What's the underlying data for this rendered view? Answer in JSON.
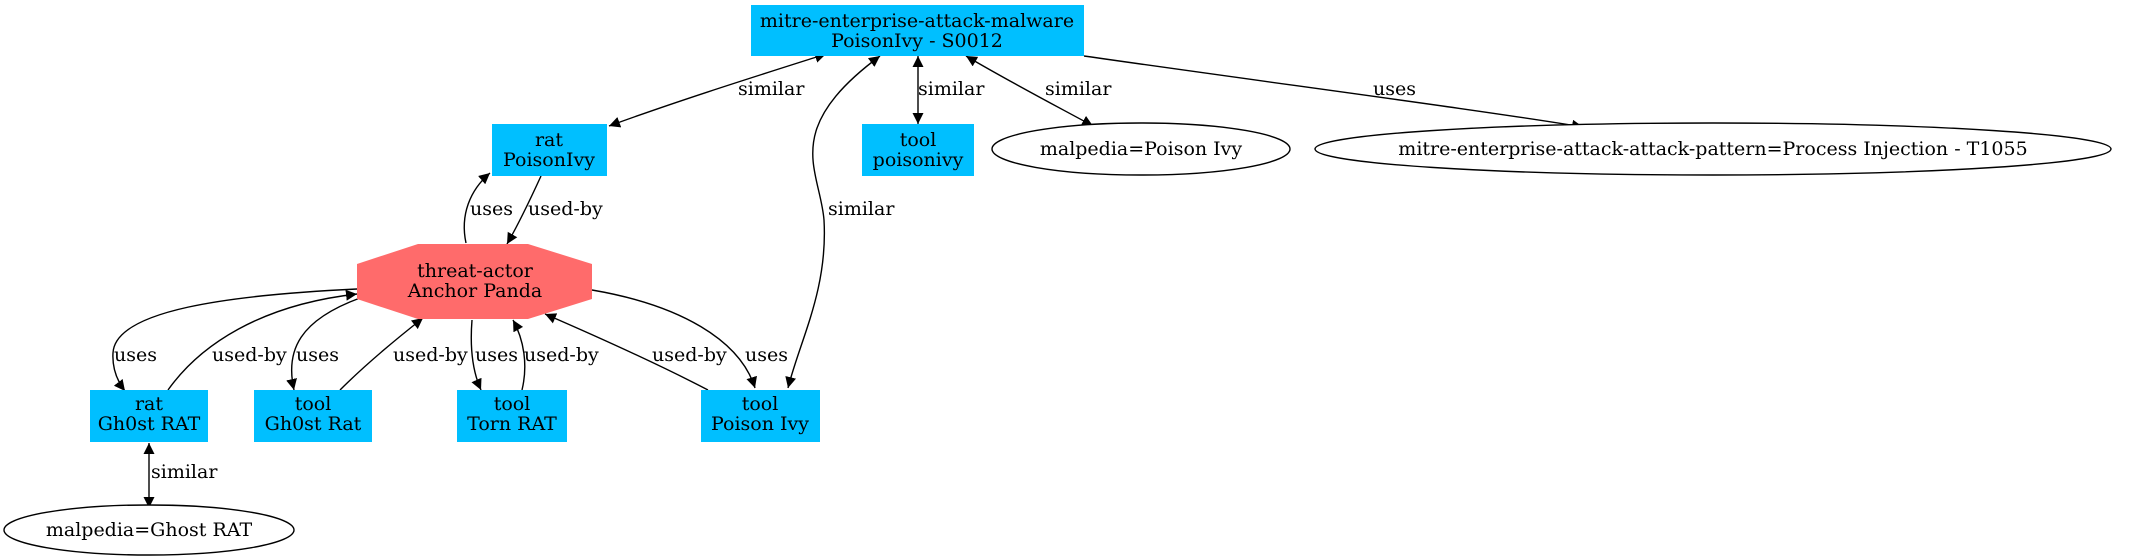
{
  "nodes": {
    "malware": {
      "line1": "mitre-enterprise-attack-malware",
      "line2": "PoisonIvy - S0012",
      "fill": "#00bfff"
    },
    "rat_poisonivy": {
      "line1": "rat",
      "line2": "PoisonIvy",
      "fill": "#00bfff"
    },
    "tool_poisonivy": {
      "line1": "tool",
      "line2": "poisonivy",
      "fill": "#00bfff"
    },
    "malpedia_poison": {
      "label": "malpedia=Poison Ivy"
    },
    "attack_pattern": {
      "label": "mitre-enterprise-attack-attack-pattern=Process Injection - T1055"
    },
    "threat_actor": {
      "line1": "threat-actor",
      "line2": "Anchor Panda",
      "fill": "#ff6b6b"
    },
    "rat_gh0st": {
      "line1": "rat",
      "line2": "Gh0st RAT",
      "fill": "#00bfff"
    },
    "tool_gh0st": {
      "line1": "tool",
      "line2": "Gh0st Rat",
      "fill": "#00bfff"
    },
    "tool_torn": {
      "line1": "tool",
      "line2": "Torn RAT",
      "fill": "#00bfff"
    },
    "tool_poison": {
      "line1": "tool",
      "line2": "Poison Ivy",
      "fill": "#00bfff"
    },
    "malpedia_ghost": {
      "label": "malpedia=Ghost RAT"
    }
  },
  "edges": {
    "malware_rat": "similar",
    "malware_tool": "similar",
    "malware_malpedia": "similar",
    "malware_pattern": "uses",
    "malware_toolpoison": "similar",
    "ta_rat_uses": "uses",
    "rat_ta_usedby": "used-by",
    "ta_ratgh0st_uses": "uses",
    "ratgh0st_ta_usedby": "used-by",
    "ta_toolgh0st_uses": "uses",
    "toolgh0st_ta_usedby": "used-by",
    "ta_torn_uses": "uses",
    "torn_ta_usedby": "used-by",
    "toolpoison_ta_usedby": "used-by",
    "ta_toolpoison_uses": "uses",
    "ratgh0st_malpedia": "similar"
  }
}
